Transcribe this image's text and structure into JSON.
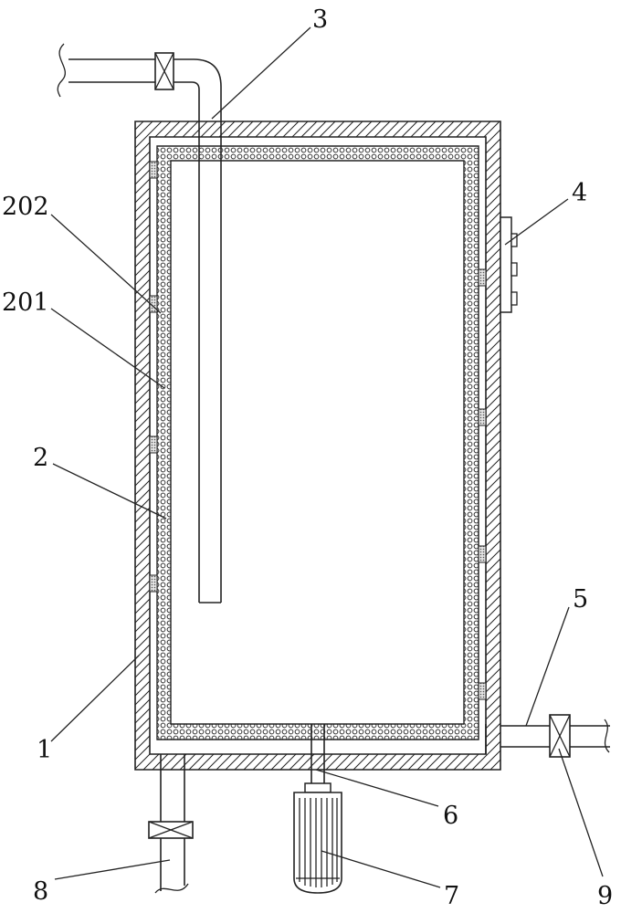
{
  "labels": {
    "l1": "1",
    "l2": "2",
    "l201": "201",
    "l202": "202",
    "l3": "3",
    "l4": "4",
    "l5": "5",
    "l6": "6",
    "l7": "7",
    "l8": "8",
    "l9": "9"
  },
  "colors": {
    "line": "#222222",
    "background": "#ffffff",
    "spot": "#bdbdbd"
  },
  "icons": [
    "valve-icon",
    "motor-icon",
    "break-line-icon"
  ]
}
